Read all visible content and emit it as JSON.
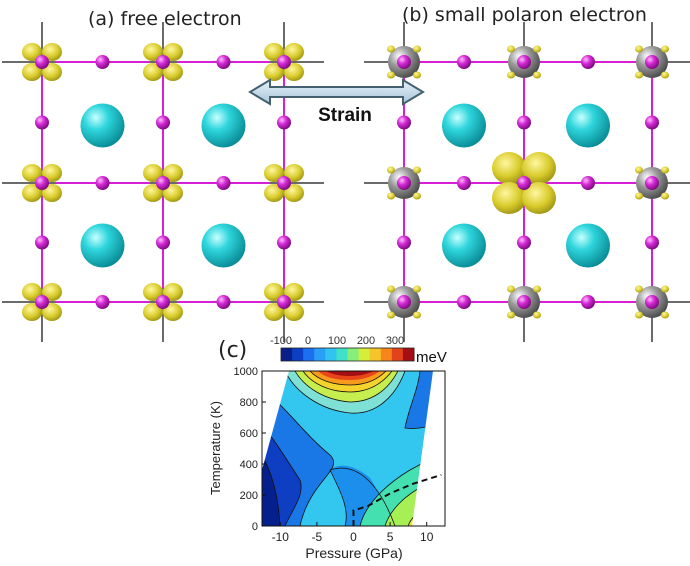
{
  "panels": {
    "a": {
      "title": "(a) free electron"
    },
    "b": {
      "title": "(b) small polaron electron"
    },
    "c": {
      "label": "(c)"
    }
  },
  "arrow": {
    "label": "Strain"
  },
  "colors": {
    "lattice_line": "#6b6b6b",
    "bond": "#d81fd8",
    "iodine": "#cc22cc",
    "cation": "#19c3cc",
    "metal": "#8a8a8a",
    "density": "#d9cc2a",
    "arrow_fill": "#b8d2e4",
    "arrow_stroke": "#45606f"
  },
  "colorbar": {
    "ticks": [
      "-100",
      "0",
      "100",
      "200",
      "300"
    ],
    "unit": "meV"
  },
  "chart_data": {
    "type": "contour",
    "xlabel": "Pressure (GPa)",
    "ylabel": "Temperature (K)",
    "xlim": [
      -12.5,
      12.5
    ],
    "ylim": [
      0,
      1000
    ],
    "xticks": [
      "-10",
      "-5",
      "0",
      "5",
      "10"
    ],
    "yticks": [
      "0",
      "200",
      "400",
      "600",
      "800",
      "1000"
    ],
    "levels_meV": [
      -100,
      -50,
      0,
      50,
      100,
      150,
      200,
      250,
      300
    ],
    "phase_boundary": [
      [
        0,
        0
      ],
      [
        0,
        100
      ],
      [
        2,
        130
      ],
      [
        5,
        210
      ],
      [
        8,
        270
      ],
      [
        12,
        330
      ]
    ]
  }
}
